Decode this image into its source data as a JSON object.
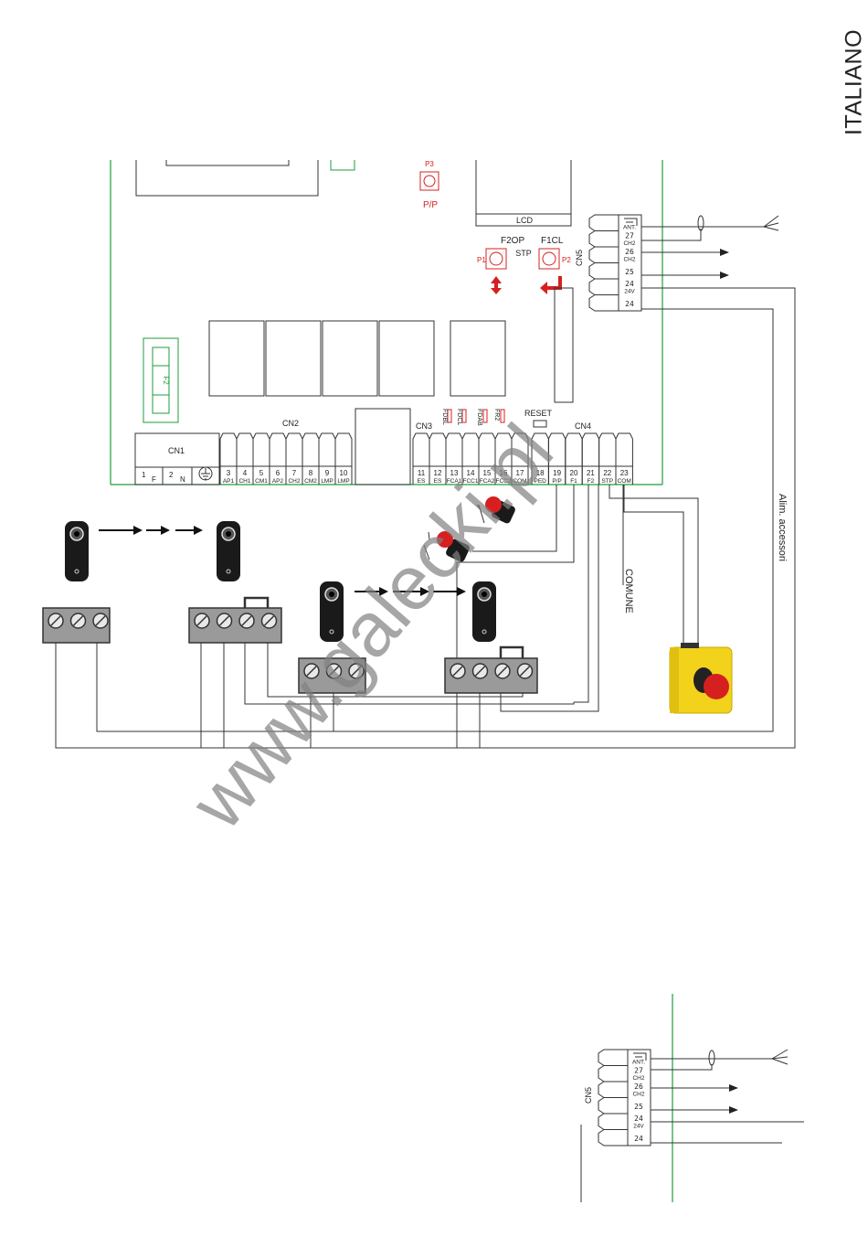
{
  "language": "ITALIANO",
  "watermark": "www.galecki.pl",
  "board": {
    "lcd_label": "LCD",
    "p3_label": "P3",
    "p3_function": "P/P",
    "p1_label": "P1",
    "p2_label": "P2",
    "f2op_label": "F2OP",
    "f1cl_label": "F1CL",
    "stp_label": "STP",
    "reset_label": "RESET",
    "fuse_label": "F2",
    "fdbl_label": "FDBL",
    "fdcl_label": "FDCL",
    "fdab_label": "FDAB",
    "fr2_label": "FR2"
  },
  "connectors": {
    "cn1": {
      "name": "CN1",
      "terminals": [
        {
          "num": "1",
          "label": "F"
        },
        {
          "num": "2",
          "label": "N"
        },
        {
          "num": "",
          "label": "ground"
        }
      ]
    },
    "cn2": {
      "name": "CN2",
      "terminals": [
        {
          "num": "3",
          "label": "AP1"
        },
        {
          "num": "4",
          "label": "CH1"
        },
        {
          "num": "5",
          "label": "CM1"
        },
        {
          "num": "6",
          "label": "AP2"
        },
        {
          "num": "7",
          "label": "CH2"
        },
        {
          "num": "8",
          "label": "CM2"
        },
        {
          "num": "9",
          "label": "LMP"
        },
        {
          "num": "10",
          "label": "LMP"
        }
      ]
    },
    "cn3": {
      "name": "CN3",
      "terminals": [
        {
          "num": "11",
          "label": "ES"
        },
        {
          "num": "12",
          "label": "ES"
        },
        {
          "num": "13",
          "label": "FCA1"
        },
        {
          "num": "14",
          "label": "FCC1"
        },
        {
          "num": "15",
          "label": "FCA2"
        },
        {
          "num": "16",
          "label": "FCC2"
        },
        {
          "num": "17",
          "label": "COM"
        }
      ]
    },
    "cn4": {
      "name": "CN4",
      "terminals": [
        {
          "num": "18",
          "label": "PED"
        },
        {
          "num": "19",
          "label": "P/P"
        },
        {
          "num": "20",
          "label": "F1"
        },
        {
          "num": "21",
          "label": "F2"
        },
        {
          "num": "22",
          "label": "STP"
        },
        {
          "num": "23",
          "label": "COM"
        }
      ]
    },
    "cn5": {
      "name": "CN5",
      "terminals": [
        {
          "num": "",
          "label": "ANT."
        },
        {
          "num": "27",
          "label": "CH2"
        },
        {
          "num": "26",
          "label": "CH2"
        },
        {
          "num": "25",
          "label": ""
        },
        {
          "num": "24",
          "label": "24V"
        },
        {
          "num": "24",
          "label": ""
        }
      ]
    }
  },
  "wiring_labels": {
    "comune": "COMUNE",
    "alim_accessori": "Alim. accessori"
  },
  "colors": {
    "board_outline": "#1e9e3c",
    "button_red": "#d62020",
    "stop_box_yellow": "#f2d21b",
    "terminal_grey": "#9a9a9a",
    "watermark": "#808080"
  }
}
